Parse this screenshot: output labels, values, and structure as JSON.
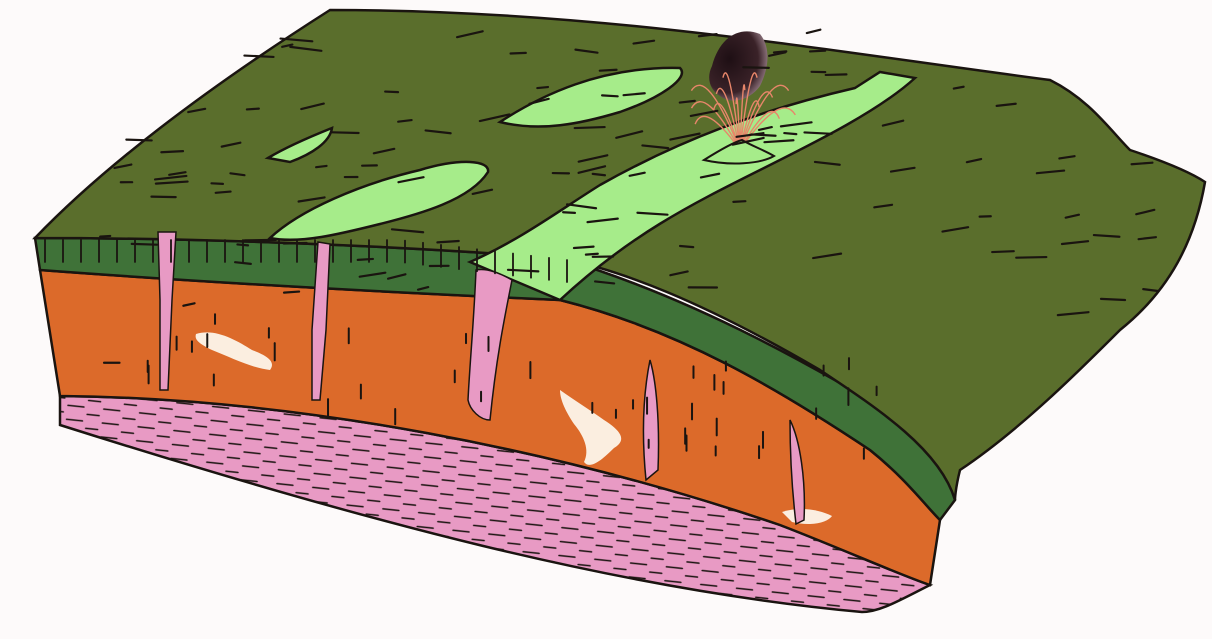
{
  "colors": {
    "background": "#fdfafa",
    "surface": "#5a6e2c",
    "surface_edge": "#3f7238",
    "rift_fill": "#a6ec8a",
    "crust": "#dc6a2a",
    "basement": "#e89ac4",
    "pale_intrusion": "#fbeee0",
    "ink": "#1a1410",
    "ash_cloud": "#2a1a1e",
    "eruption_spray": "#e8866a"
  },
  "layers": [
    "surface",
    "surface_edge",
    "crust",
    "basement"
  ],
  "features": [
    "rift-valley",
    "eruption",
    "ash-cloud",
    "dikes",
    "fractures"
  ]
}
